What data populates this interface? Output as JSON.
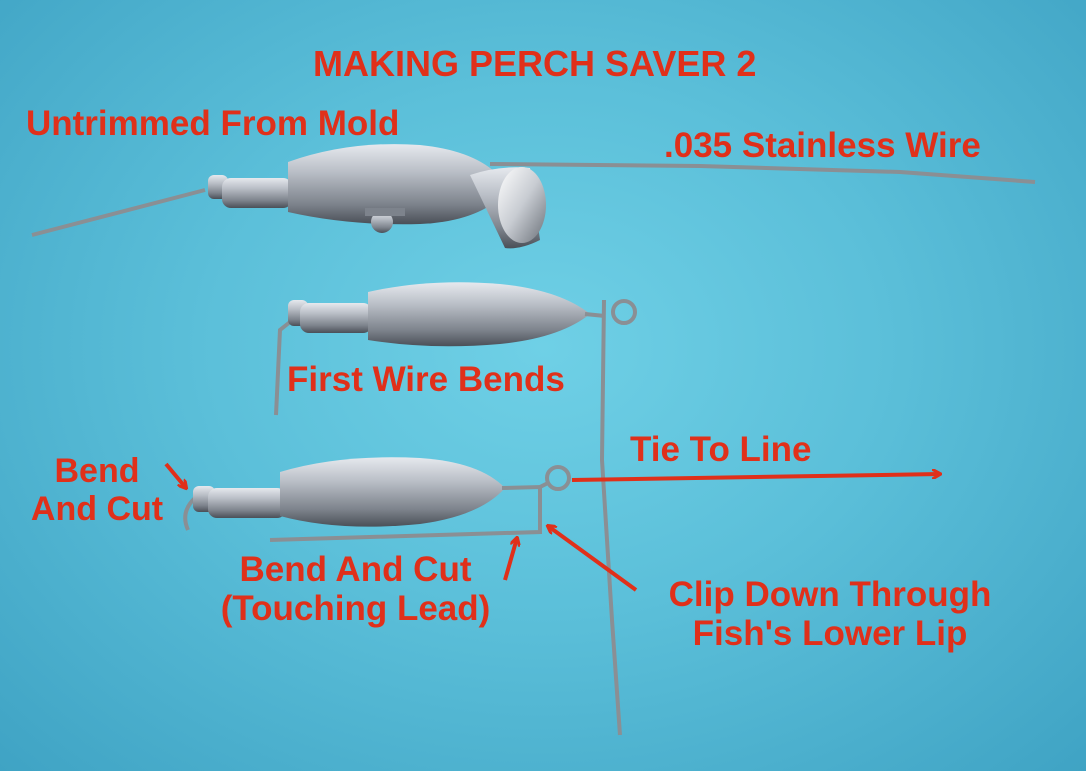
{
  "title": "MAKING PERCH SAVER 2",
  "labels": {
    "untrimmed": "Untrimmed From Mold",
    "wire": ".035 Stainless Wire",
    "first_bends": "First Wire Bends",
    "tie": "Tie To Line",
    "bend_cut_1_line1": "Bend",
    "bend_cut_1_line2": "And Cut",
    "bend_cut_2_line1": "Bend And Cut",
    "bend_cut_2_line2": "(Touching Lead)",
    "clip_line1": "Clip Down Through",
    "clip_line2": "Fish's Lower Lip"
  },
  "colors": {
    "background": "#5bbfd9",
    "label_text": "#e0301a",
    "lead": "#9aa0a8",
    "wire": "#8c9094"
  }
}
